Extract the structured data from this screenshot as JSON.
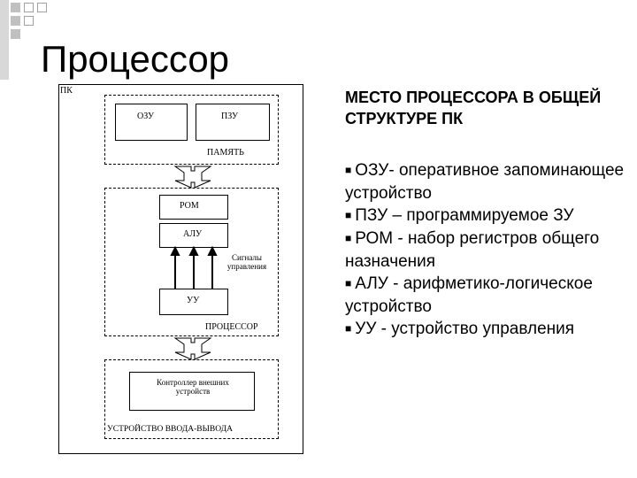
{
  "title": "Процессор",
  "diagram": {
    "pc_label": "ПК",
    "ram_label": "ОЗУ",
    "rom_label": "ПЗУ",
    "memory_label": "ПАМЯТЬ",
    "registers_label": "РОМ",
    "alu_label": "АЛУ",
    "control_signals_label": "Сигналы\nуправления",
    "control_unit_label": "УУ",
    "processor_label": "ПРОЦЕССОР",
    "controller_label": "Контроллер внешних\nустройств",
    "io_label": "УСТРОЙСТВО ВВОДА-ВЫВОДА"
  },
  "side": {
    "heading": "МЕСТО ПРОЦЕССОРА В ОБЩЕЙ СТРУКТУРЕ ПК",
    "bullets": [
      "ОЗУ- оперативное запоминающее устройство",
      "ПЗУ – программируемое ЗУ",
      "РОМ - набор регистров общего назначения",
      "АЛУ - арифметико-логическое устройство",
      "УУ - устройство управления"
    ]
  }
}
